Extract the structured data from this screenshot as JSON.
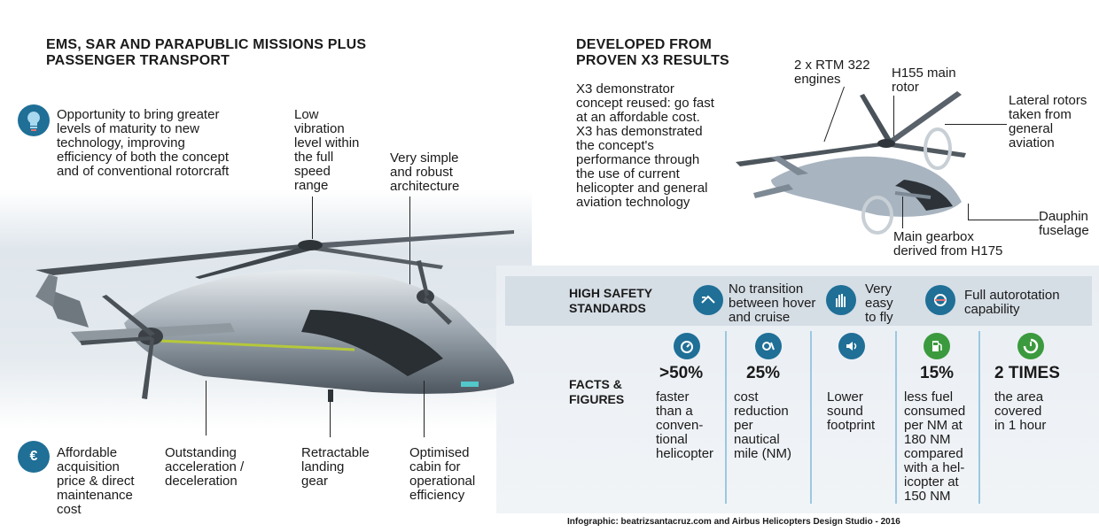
{
  "left": {
    "heading_line1": "EMS, SAR AND PARAPUBLIC MISSIONS PLUS",
    "heading_line2": "PASSENGER TRANSPORT",
    "maturity_text": [
      "Opportunity to bring greater",
      "levels of maturity to new",
      "technology, improving",
      "efficiency of both the concept",
      "and of conventional rotorcraft"
    ],
    "low_vibration": [
      "Low",
      "vibration",
      "level within",
      "the full",
      "speed",
      "range"
    ],
    "simple_arch": [
      "Very simple",
      "and robust",
      "architecture"
    ],
    "affordable": [
      "Affordable",
      "acquisition",
      "price & direct",
      "maintenance",
      "cost"
    ],
    "acceleration": [
      "Outstanding",
      "acceleration /",
      "deceleration"
    ],
    "landing_gear": [
      "Retractable",
      "landing",
      "gear"
    ],
    "cabin": [
      "Optimised",
      "cabin for",
      "operational",
      "efficiency"
    ]
  },
  "right": {
    "heading_line1": "DEVELOPED FROM",
    "heading_line2": "PROVEN X3 RESULTS",
    "x3_text": [
      "X3 demonstrator",
      "concept reused: go fast",
      "at an affordable cost.",
      "X3 has demonstrated",
      "the concept's",
      "performance through",
      "the use of current",
      "helicopter and general",
      "aviation technology"
    ],
    "engines": [
      "2 x RTM 322",
      "engines"
    ],
    "main_rotor": [
      "H155 main",
      "rotor"
    ],
    "lateral": [
      "Lateral rotors",
      "taken from",
      "general",
      "aviation"
    ],
    "dauphin": [
      "Dauphin",
      "fuselage"
    ],
    "gearbox": [
      "Main gearbox",
      "derived from H175"
    ]
  },
  "safety": {
    "label": [
      "HIGH SAFETY",
      "STANDARDS"
    ],
    "item1": [
      "No transition",
      "between hover",
      "and cruise"
    ],
    "item2": [
      "Very",
      "easy",
      "to fly"
    ],
    "item3": [
      "Full autorotation",
      "capability"
    ]
  },
  "facts": {
    "label": [
      "FACTS &",
      "FIGURES"
    ],
    "columns": [
      {
        "value": ">50%",
        "lines": [
          "faster",
          "than a",
          "conven-",
          "tional",
          "helicopter"
        ]
      },
      {
        "value": "25%",
        "lines": [
          "cost",
          "reduction",
          "per",
          "nautical",
          "mile (NM)"
        ]
      },
      {
        "value": "",
        "lines": [
          "Lower",
          "sound",
          "footprint"
        ]
      },
      {
        "value": "15%",
        "lines": [
          "less fuel",
          "consumed",
          "per NM at",
          "180 NM",
          "compared",
          "with a hel-",
          "icopter at",
          "150 NM"
        ]
      },
      {
        "value": "2 TIMES",
        "lines": [
          "the area",
          "covered",
          "in 1 hour"
        ]
      }
    ]
  },
  "footer": "Infographic: beatrizsantacruz.com and Airbus Helicopters Design Studio - 2016",
  "colors": {
    "accent_blue": "#1f6f97",
    "accent_green": "#3b9a3e",
    "band": "#d5dde5"
  }
}
